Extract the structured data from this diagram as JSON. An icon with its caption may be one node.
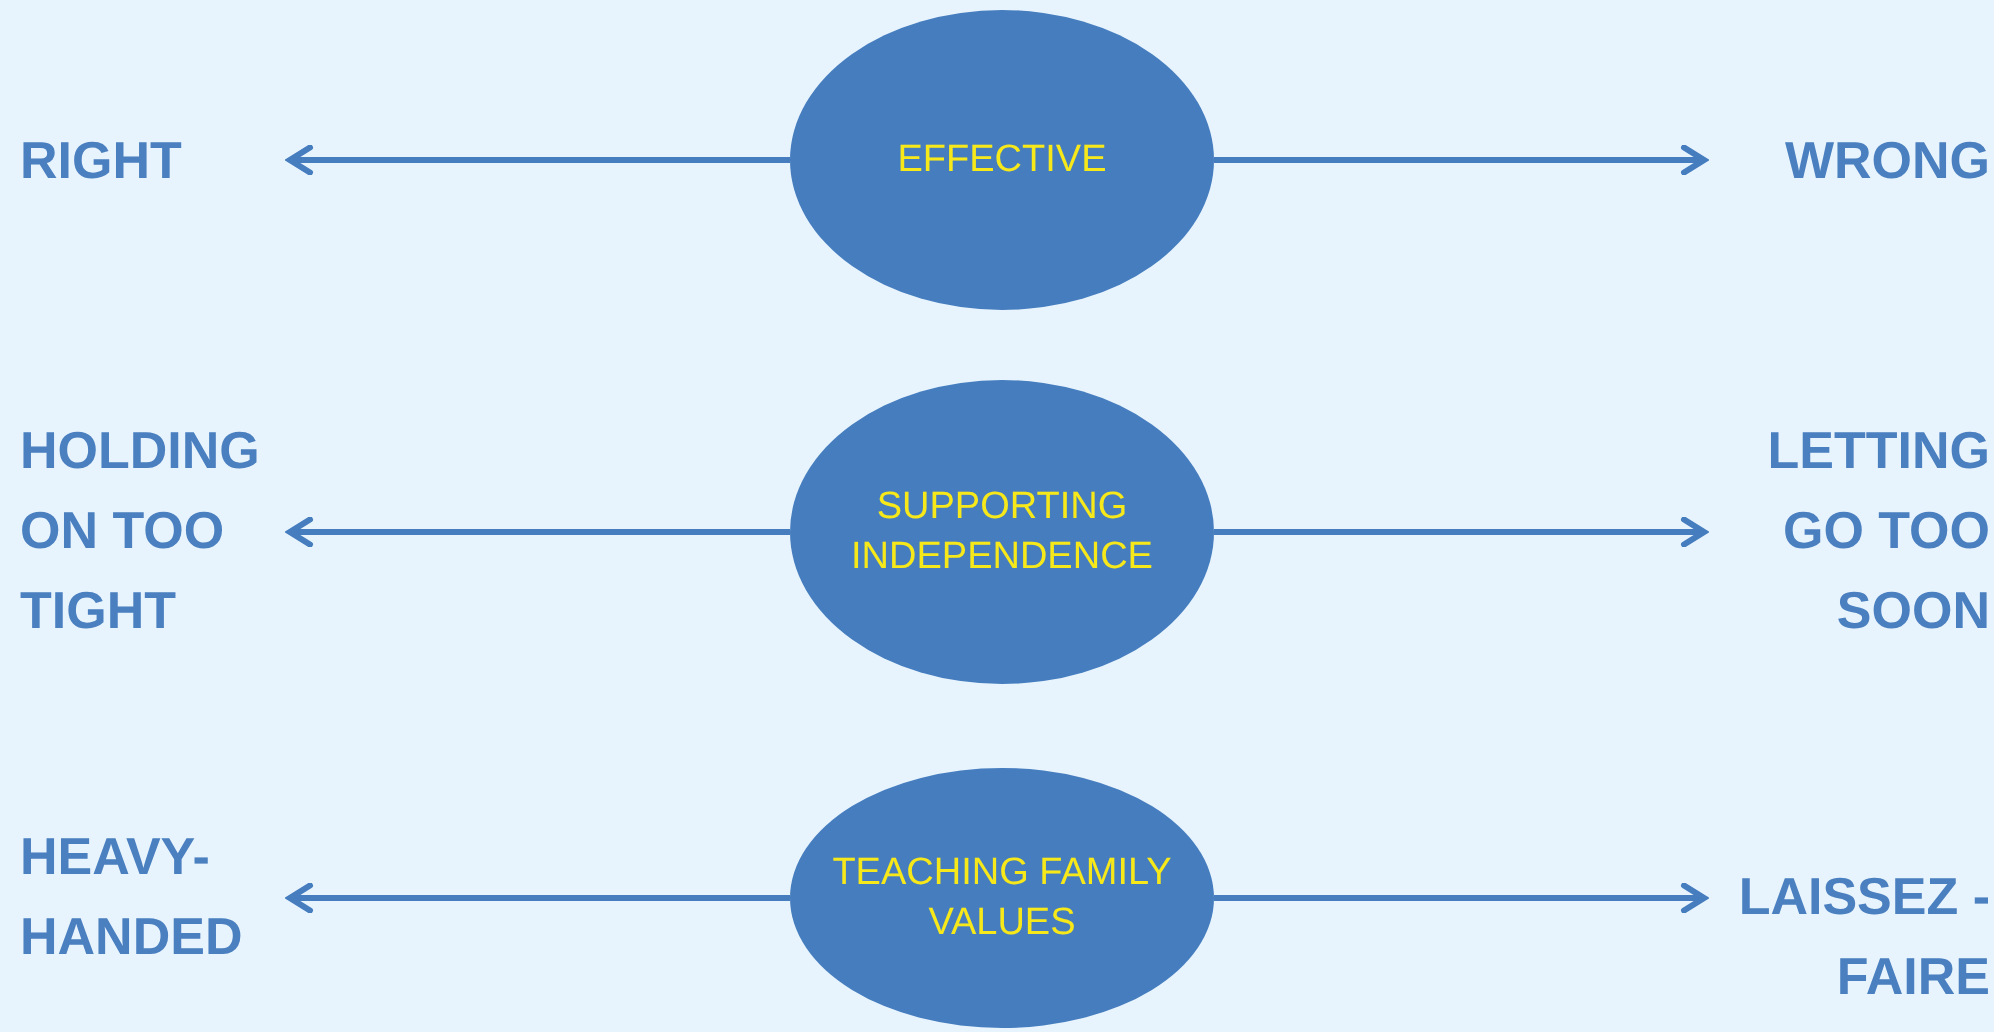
{
  "diagram": {
    "nodes": [
      {
        "text": [
          "RIGHT"
        ]
      },
      {
        "text": [
          "EFFECTIVE"
        ]
      },
      {
        "text": [
          "WRONG"
        ]
      },
      {
        "text": [
          "HOLDING ON TOO TIGHT"
        ]
      },
      {
        "text": [
          "SUPPORTING INDEPENDENCE"
        ]
      },
      {
        "text": [
          "LETTING GO TOO SOON"
        ]
      },
      {
        "text": [
          "HEAVY- HANDED"
        ]
      },
      {
        "text": [
          "TEACHING FAMILY VALUES"
        ]
      },
      {
        "text": [
          "LAISSEZ -FAIRE"
        ]
      }
    ],
    "edges": [
      {
        "from": 1,
        "to": 0,
        "arrow": "to"
      },
      {
        "from": 1,
        "to": 2,
        "arrow": "to"
      },
      {
        "from": 4,
        "to": 3,
        "arrow": "to"
      },
      {
        "from": 4,
        "to": 5,
        "arrow": "to"
      },
      {
        "from": 7,
        "to": 6,
        "arrow": "to"
      },
      {
        "from": 7,
        "to": 8,
        "arrow": "to"
      }
    ]
  }
}
